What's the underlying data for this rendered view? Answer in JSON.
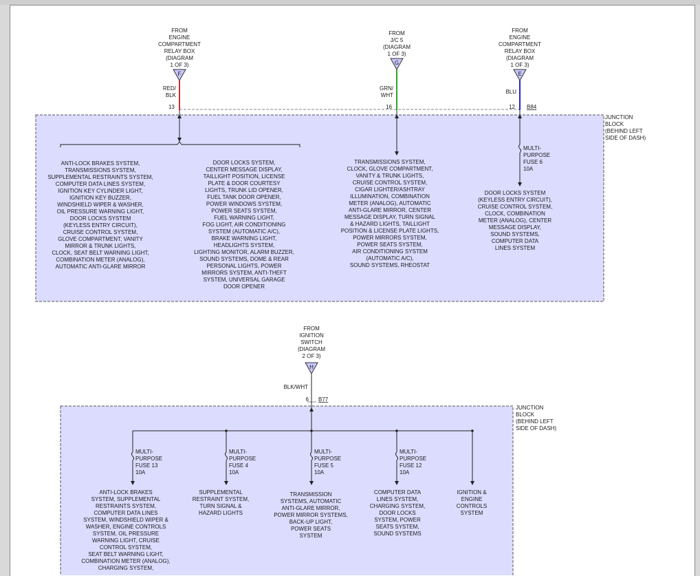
{
  "sources": {
    "top_left": {
      "lines": [
        "FROM",
        "ENGINE",
        "COMPARTMENT",
        "RELAY BOX",
        "(DIAGRAM",
        "1 OF 3)"
      ],
      "letter": "F",
      "wire": [
        "RED/",
        "BLK"
      ],
      "pin": "13",
      "color": "#d22b2b"
    },
    "top_mid": {
      "lines": [
        "FROM",
        "J/C 5",
        "(DIAGRAM",
        "1 OF 3)"
      ],
      "letter": "G",
      "wire": [
        "GRN/",
        "WHT"
      ],
      "pin": "16",
      "color": "#2aa52a"
    },
    "top_right": {
      "lines": [
        "FROM",
        "ENGINE",
        "COMPARTMENT",
        "RELAY BOX",
        "(DIAGRAM",
        "1 OF 3)"
      ],
      "letter": "E",
      "wire": [
        "BLU"
      ],
      "pin": "12",
      "connector": "B84",
      "color": "#2626c8"
    },
    "bottom": {
      "lines": [
        "FROM",
        "IGNITION",
        "SWITCH",
        "(DIAGRAM",
        "2 OF 3)"
      ],
      "letter": "H",
      "wire": [
        "BLK/WHT"
      ],
      "pin": "6",
      "connector": "B77",
      "color": "#333333"
    }
  },
  "junction_block_label": [
    "JUNCTION",
    "BLOCK",
    "(BEHIND LEFT",
    "SIDE OF DASH)"
  ],
  "top_block": {
    "fuse_right": [
      "MULTI-",
      "PURPOSE",
      "FUSE 6",
      "10A"
    ],
    "systems": [
      [
        "ANTI-LOCK BRAKES SYSTEM,",
        "TRANSMISSIONS SYSTEM,",
        "SUPPLEMENTAL RESTRAINTS SYSTEM,",
        "COMPUTER DATA LINES SYSTEM,",
        "IGNITION KEY CYLINDER LIGHT,",
        "IGNITION KEY BUZZER,",
        "WINDSHIELD WIPER & WASHER,",
        "OIL PRESSURE WARNING LIGHT,",
        "DOOR LOCKS SYSTEM",
        "(KEYLESS ENTRY CIRCUIT),",
        "CRUISE CONTROL SYSTEM,",
        "GLOVE COMPARTMENT, VANITY",
        "MIRROR & TRUNK LIGHTS,",
        "CLOCK, SEAT BELT WARNING LIGHT,",
        "COMBINATION METER (ANALOG),",
        "AUTOMATIC ANTI-GLARE MIRROR"
      ],
      [
        "DOOR LOCKS SYSTEM,",
        "CENTER MESSAGE DISPLAY,",
        "TAILLIGHT POSITION, LICENSE",
        "PLATE & DOOR COURTESY",
        "LIGHTS, TRUNK LID OPENER,",
        "FUEL TANK DOOR OPENER,",
        "POWER WINDOWS SYSTEM,",
        "POWER SEATS SYSTEM,",
        "FUEL WARNING LIGHT,",
        "FOG LIGHT, AIR CONDITIONING",
        "SYSTEM (AUTOMATIC A/C),",
        "BRAKE WARNING LIGHT,",
        "HEADLIGHTS SYSTEM,",
        "LIGHTING MONITOR, ALARM BUZZER,",
        "SOUND SYSTEMS, DOME & REAR",
        "PERSONAL LIGHTS, POWER",
        "MIRRORS SYSTEM, ANTI-THEFT",
        "SYSTEM, UNIVERSAL GARAGE",
        "DOOR OPENER"
      ],
      [
        "TRANSMISSIONS SYSTEM,",
        "CLOCK, GLOVE COMPARTMENT,",
        "VANITY & TRUNK LIGHTS,",
        "CRUISE CONTROL SYSTEM,",
        "CIGAR LIGHTER/ASHTRAY",
        "ILLUMINATION, COMBINATION",
        "METER (ANALOG), AUTOMATIC",
        "ANTI-GLARE MIRROR, CENTER",
        "MESSAGE DISPLAY, TURN SIGNAL",
        "& HAZARD LIGHTS, TAILLIGHT",
        "POSITION & LICENSE PLATE LIGHTS,",
        "POWER MIRRORS SYSTEM,",
        "POWER SEATS SYSTEM,",
        "AIR CONDITIONING SYSTEM",
        "(AUTOMATIC A/C),",
        "SOUND SYSTEMS, RHEOSTAT"
      ],
      [
        "DOOR LOCKS SYSTEM",
        "(KEYLESS ENTRY CIRCUIT),",
        "CRUISE CONTROL SYSTEM,",
        "CLOCK, COMBINATION",
        "METER (ANALOG), CENTER",
        "MESSAGE DISPLAY,",
        "SOUND SYSTEMS,",
        "COMPUTER DATA",
        "LINES SYSTEM"
      ]
    ]
  },
  "bottom_block": {
    "fuses": [
      [
        "MULTI-",
        "PURPOSE",
        "FUSE 13",
        "10A"
      ],
      [
        "MULTI-",
        "PURPOSE",
        "FUSE 4",
        "10A"
      ],
      [
        "MULTI-",
        "PURPOSE",
        "FUSE 5",
        "10A"
      ],
      [
        "MULTI-",
        "PURPOSE",
        "FUSE 12",
        "10A"
      ]
    ],
    "systems": [
      [
        "ANTI-LOCK BRAKES",
        "SYSTEM, SUPPLEMENTAL",
        "RESTRAINTS SYSTEM,",
        "COMPUTER DATA LINES",
        "SYSTEM, WINDSHIELD WIPER &",
        "WASHER, ENGINE CONTROLS",
        "SYSTEM, OIL PRESSURE",
        "WARNING LIGHT, CRUISE",
        "CONTROL SYSTEM,",
        "SEAT BELT WARNING LIGHT,",
        "COMBINATION METER (ANALOG),",
        "CHARGING SYSTEM,"
      ],
      [
        "SUPPLEMENTAL",
        "RESTRAINT SYSTEM,",
        "TURN SIGNAL &",
        "HAZARD LIGHTS"
      ],
      [
        "TRANSMISSION",
        "SYSTEMS, AUTOMATIC",
        "ANTI-GLARE MIRROR,",
        "POWER MIRROR SYSTEMS,",
        "BACK-UP LIGHT,",
        "POWER SEATS",
        "SYSTEM"
      ],
      [
        "COMPUTER DATA",
        "LINES SYSTEM,",
        "CHARGING SYSTEM,",
        "DOOR LOCKS",
        "SYSTEM, POWER",
        "SEATS SYSTEM,",
        "SOUND SYSTEMS"
      ],
      [
        "IGNITION &",
        "ENGINE",
        "CONTROLS",
        "SYSTEM"
      ]
    ]
  },
  "colors": {
    "block_fill": "#dcdcff",
    "block_border": "#555555",
    "wire_dark": "#222222"
  }
}
